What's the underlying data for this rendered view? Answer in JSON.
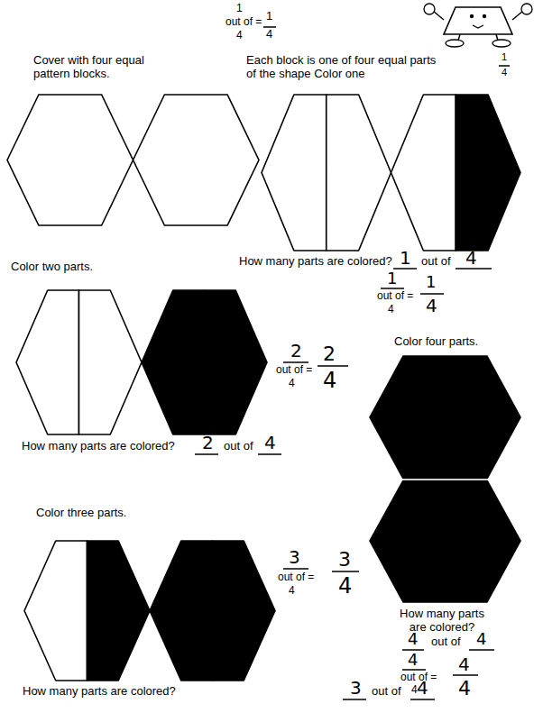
{
  "diagram": {
    "labels": [
      "1",
      "out of =",
      "4",
      "1",
      "4",
      "Cover with four equal pattern blocks.",
      "Each block is one of four equal parts of the shape Color one",
      "1",
      "4",
      "How many parts are colored?",
      "1",
      "out of",
      "4",
      "1",
      "out of =",
      "4",
      "1",
      "4",
      "Color two parts.",
      "2",
      "out of =",
      "4",
      "2",
      "4",
      "How many parts are colored?",
      "2",
      "out of",
      "4",
      "Color four parts.",
      "Color three parts.",
      "3",
      "out of =",
      "4",
      "3",
      "4",
      "How many parts are colored?",
      "3",
      "out of",
      "4",
      "How many parts are colored?",
      "4",
      "out of",
      "4",
      "4",
      "out of =",
      "4",
      "4",
      "4"
    ]
  }
}
